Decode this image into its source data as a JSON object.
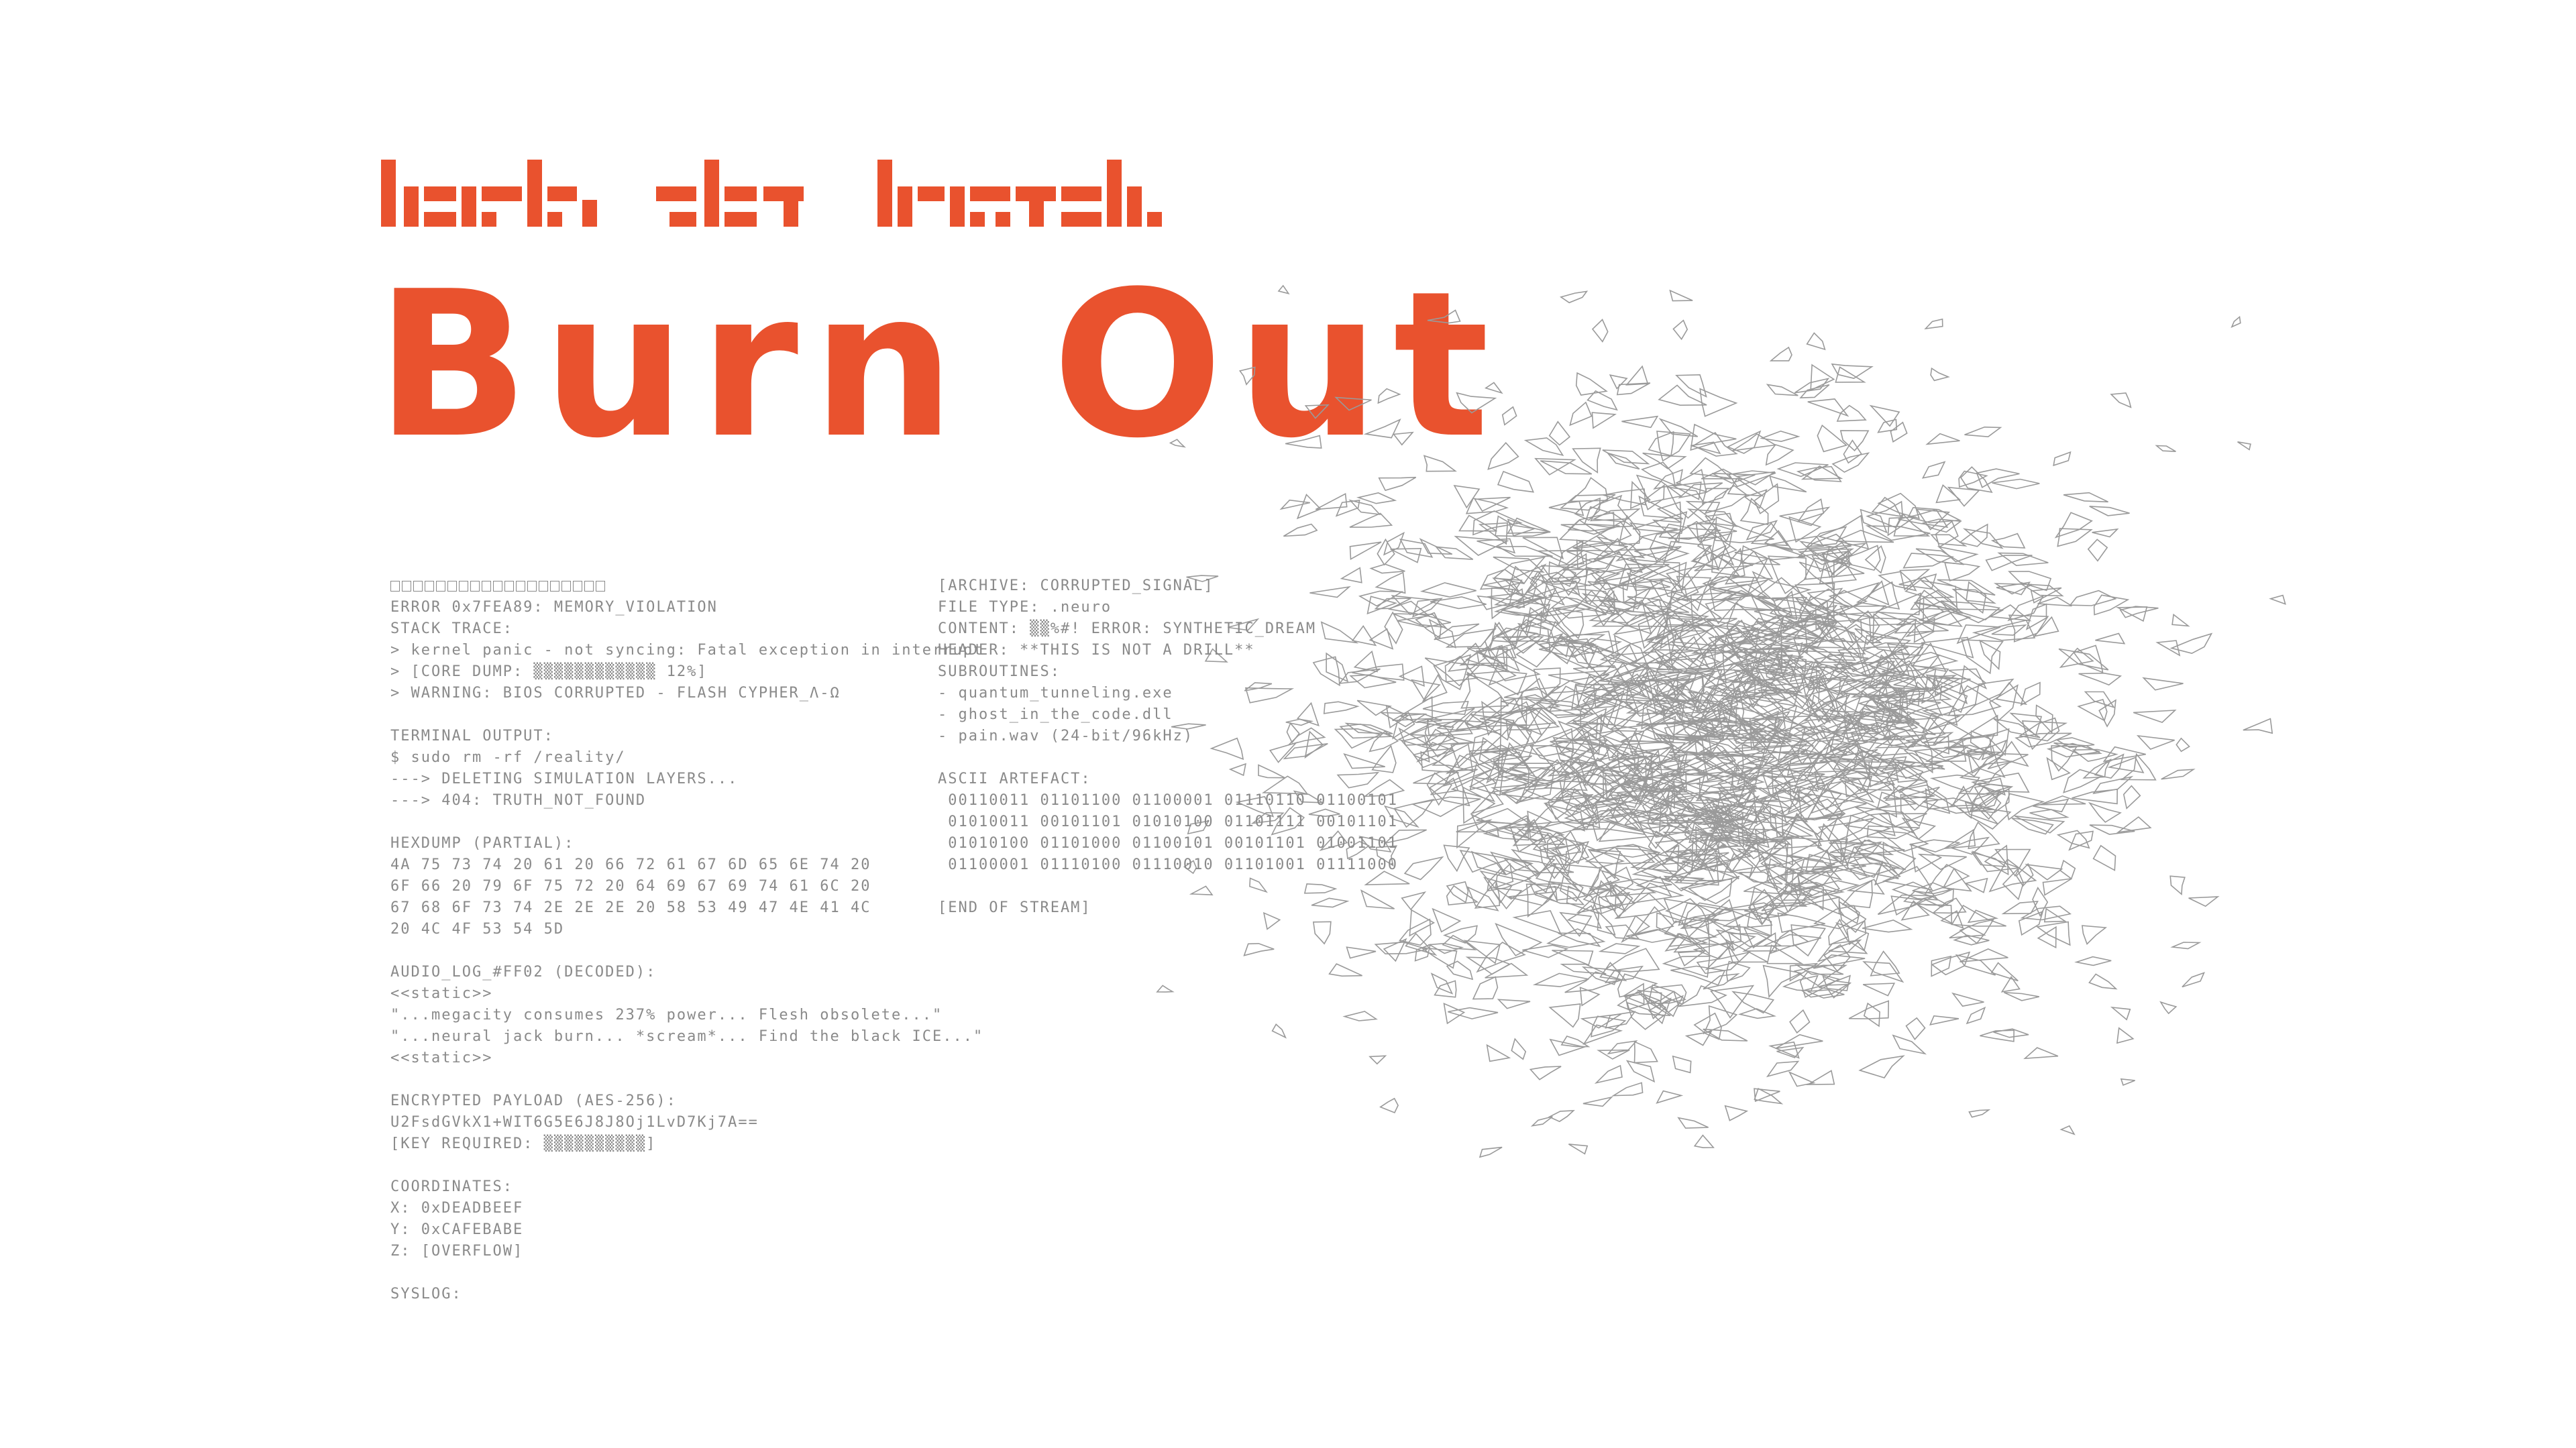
{
  "colors": {
    "accent": "#e9522e",
    "text": "#8a8a8a",
    "particles": "#9a9a9a",
    "background": "#ffffff"
  },
  "title": {
    "glyph_band_rendered_as": "pixel-glyph-icon",
    "headline": "Burn Out"
  },
  "left_column": [
    {
      "text": "",
      "redacted_blocks": 19
    },
    {
      "text": "ERROR 0x7FEA89: MEMORY_VIOLATION"
    },
    {
      "text": "STACK TRACE:"
    },
    {
      "text": "> kernel panic - not syncing: Fatal exception in interrupt"
    },
    {
      "text": "> [CORE DUMP: ▒▒▒▒▒▒▒▒▒▒▒▒ 12%]"
    },
    {
      "text": "> WARNING: BIOS CORRUPTED - FLASH CYPHER_Λ-Ω"
    },
    {
      "gap": true
    },
    {
      "text": "TERMINAL OUTPUT:"
    },
    {
      "text": "$ sudo rm -rf /reality/"
    },
    {
      "text": "---> DELETING SIMULATION LAYERS..."
    },
    {
      "text": "---> 404: TRUTH_NOT_FOUND"
    },
    {
      "gap": true
    },
    {
      "text": "HEXDUMP (PARTIAL):"
    },
    {
      "text": "4A 75 73 74 20 61 20 66 72 61 67 6D 65 6E 74 20"
    },
    {
      "text": "6F 66 20 79 6F 75 72 20 64 69 67 69 74 61 6C 20"
    },
    {
      "text": "67 68 6F 73 74 2E 2E 2E 20 58 53 49 47 4E 41 4C"
    },
    {
      "text": "20 4C 4F 53 54 5D"
    },
    {
      "gap": true
    },
    {
      "text": "AUDIO_LOG_#FF02 (DECODED):"
    },
    {
      "text": "<<static>>"
    },
    {
      "text": "\"...megacity consumes 237% power... Flesh obsolete...\""
    },
    {
      "text": "\"...neural jack burn... *scream*... Find the black ICE...\""
    },
    {
      "text": "<<static>>"
    },
    {
      "gap": true
    },
    {
      "text": "ENCRYPTED PAYLOAD (AES-256):"
    },
    {
      "text": "U2FsdGVkX1+WIT6G5E6J8J8Oj1LvD7Kj7A=="
    },
    {
      "text": "[KEY REQUIRED: ▒▒▒▒▒▒▒▒▒▒]"
    },
    {
      "gap": true
    },
    {
      "text": "COORDINATES:"
    },
    {
      "text": "X: 0xDEADBEEF"
    },
    {
      "text": "Y: 0xCAFEBABE"
    },
    {
      "text": "Z: [OVERFLOW]"
    },
    {
      "gap": true
    },
    {
      "text": "SYSLOG:"
    }
  ],
  "right_column": [
    {
      "text": "[ARCHIVE: CORRUPTED_SIGNAL]"
    },
    {
      "text": "FILE TYPE: .neuro"
    },
    {
      "text": "CONTENT: ▒▒%#! ERROR: SYNTHETIC_DREAM"
    },
    {
      "text": "HEADER: **THIS IS NOT A DRILL**"
    },
    {
      "text": "SUBROUTINES:"
    },
    {
      "text": "- quantum_tunneling.exe"
    },
    {
      "text": "- ghost_in_the_code.dll"
    },
    {
      "text": "- pain.wav (24-bit/96kHz)"
    },
    {
      "gap": true
    },
    {
      "text": "ASCII ARTEFACT:"
    },
    {
      "text": " 00110011 01101100 01100001 01110110 01100101"
    },
    {
      "text": " 01010011 00101101 01010100 01101111 00101101"
    },
    {
      "text": " 01010100 01101000 01100101 00101101 01001101"
    },
    {
      "text": " 01100001 01110100 01110010 01101001 01111000"
    },
    {
      "gap": true
    },
    {
      "text": "[END OF STREAM]"
    }
  ]
}
